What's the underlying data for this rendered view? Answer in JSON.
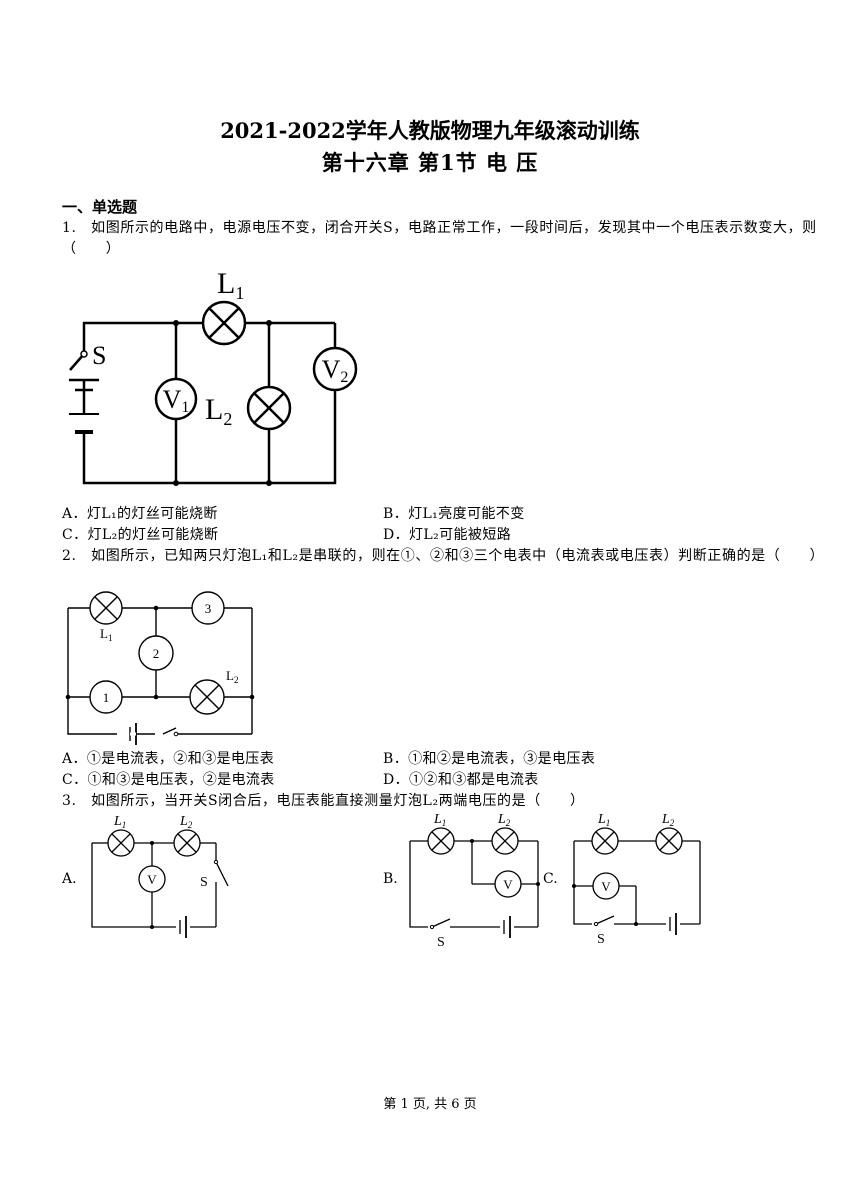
{
  "header": {
    "title_line1": "2021-2022学年人教版物理九年级滚动训练",
    "title_line2": "第十六章 第1节 电 压"
  },
  "section": {
    "label": "一、单选题"
  },
  "q1": {
    "stem": "1.　如图所示的电路中，电源电压不变，闭合开关S，电路正常工作，一段时间后，发现其中一个电压表示数变大，则（　　）",
    "figure": {
      "lamp1": "L",
      "lamp1_sub": "1",
      "lamp2": "L",
      "lamp2_sub": "2",
      "meter1": "V",
      "meter1_sub": "1",
      "meter2": "V",
      "meter2_sub": "2",
      "switch": "S"
    },
    "options": {
      "a": "A．灯L₁的灯丝可能烧断",
      "b": "B．灯L₁亮度可能不变",
      "c": "C．灯L₂的灯丝可能烧断",
      "d": "D．灯L₂可能被短路"
    }
  },
  "q2": {
    "stem": "2.　如图所示，已知两只灯泡L₁和L₂是串联的，则在①、②和③三个电表中（电流表或电压表）判断正确的是（　　）",
    "figure": {
      "lamp1": "L",
      "lamp1_sub": "1",
      "lamp2": "L",
      "lamp2_sub": "2",
      "m1": "1",
      "m2": "2",
      "m3": "3"
    },
    "options": {
      "a": "A．①是电流表，②和③是电压表",
      "b": "B．①和②是电流表，③是电压表",
      "c": "C．①和③是电压表，②是电流表",
      "d": "D．①②和③都是电流表"
    }
  },
  "q3": {
    "stem": "3.　如图所示，当开关S闭合后，电压表能直接测量灯泡L₂两端电压的是（　　）",
    "figure": {
      "lamp1": "L",
      "lamp1_sub": "1",
      "lamp2": "L",
      "lamp2_sub": "2",
      "meter": "V",
      "switch": "S"
    },
    "options": {
      "a": "A.",
      "b": "B.",
      "c": "C."
    }
  },
  "footer": {
    "page": "第 1 页, 共 6 页"
  }
}
